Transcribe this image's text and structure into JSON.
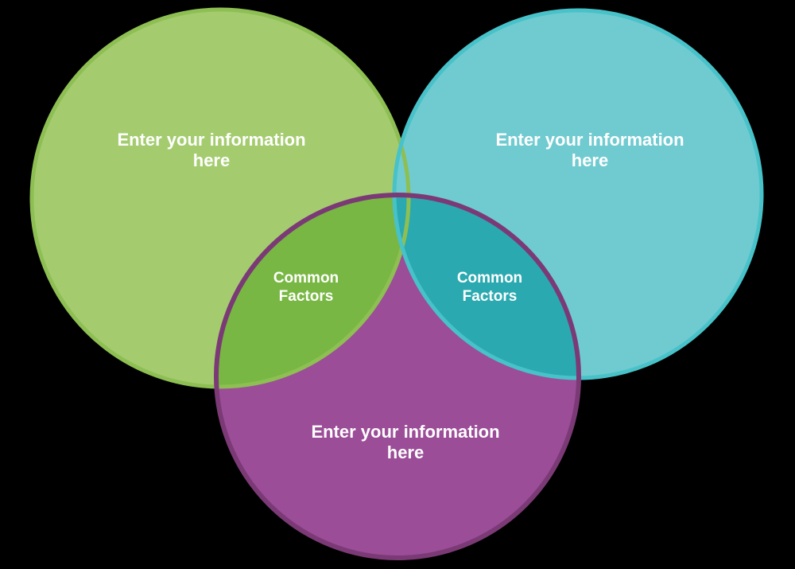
{
  "diagram": {
    "type": "venn-3-set",
    "background_color": "#000000",
    "text_color": "#ffffff",
    "circles": [
      {
        "id": "top-left",
        "label": "Enter your information here",
        "label_lines": [
          "Enter your information",
          "here"
        ],
        "fill": "#a4cc6f",
        "stroke": "#8ebf53"
      },
      {
        "id": "top-right",
        "label": "Enter your information here",
        "label_lines": [
          "Enter your information",
          "here"
        ],
        "fill": "#70cbd1",
        "stroke": "#48c2c9"
      },
      {
        "id": "bottom-center",
        "label": "Enter your information here",
        "label_lines": [
          "Enter your information",
          "here"
        ],
        "fill": "#9b4d98",
        "stroke": "#7b3a76"
      }
    ],
    "overlaps": [
      {
        "id": "left-bottom-overlap",
        "label": "Common Factors",
        "label_lines": [
          "Common",
          "Factors"
        ],
        "fill": "#78b743"
      },
      {
        "id": "right-bottom-overlap",
        "label": "Common Factors",
        "label_lines": [
          "Common",
          "Factors"
        ],
        "fill": "#2ba9b0"
      }
    ]
  }
}
